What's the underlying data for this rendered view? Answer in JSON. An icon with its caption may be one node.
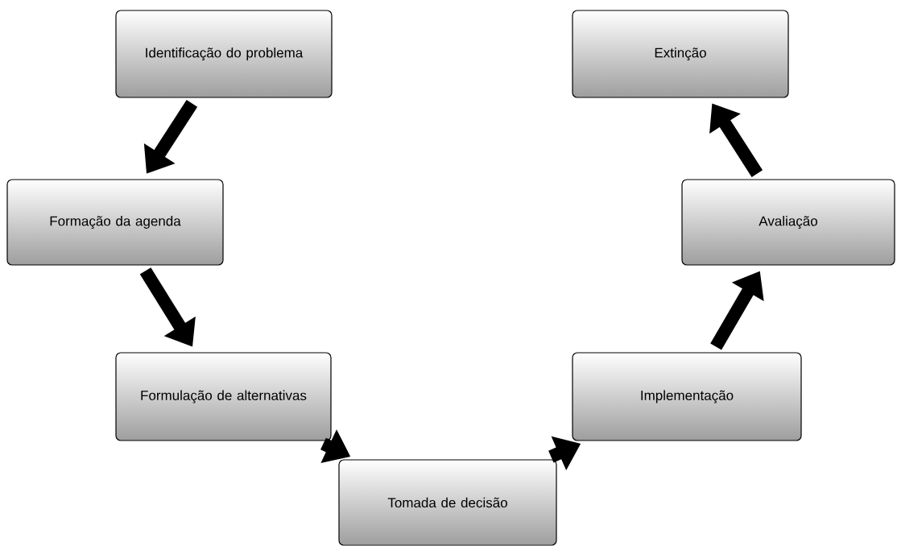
{
  "diagram": {
    "nodes": [
      {
        "text": [
          "Identificação do problema"
        ]
      },
      {
        "text": [
          "Formação da agenda"
        ]
      },
      {
        "text": [
          "Formulação de alternativas"
        ]
      },
      {
        "text": [
          "Tomada de decisão"
        ]
      },
      {
        "text": [
          "Implementação"
        ]
      },
      {
        "text": [
          "Avaliação"
        ]
      },
      {
        "text": [
          "Extinção"
        ]
      }
    ],
    "edges": [
      {
        "from": 0,
        "to": 1,
        "arrow": "to"
      },
      {
        "from": 1,
        "to": 2,
        "arrow": "to"
      },
      {
        "from": 2,
        "to": 3,
        "arrow": "to"
      },
      {
        "from": 3,
        "to": 4,
        "arrow": "to"
      },
      {
        "from": 4,
        "to": 5,
        "arrow": "to"
      },
      {
        "from": 5,
        "to": 6,
        "arrow": "to"
      }
    ]
  }
}
